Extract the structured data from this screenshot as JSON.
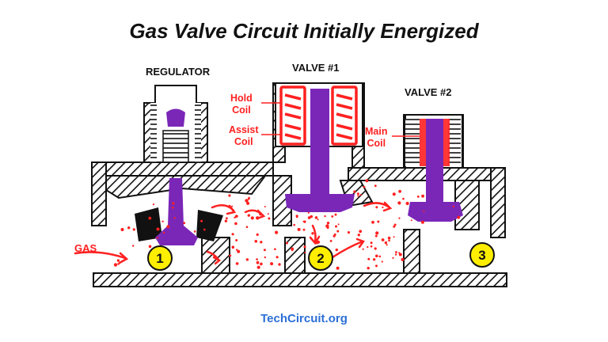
{
  "title": "Gas Valve Circuit Initially Energized",
  "labels": {
    "regulator": "REGULATOR",
    "valve1": "VALVE #1",
    "valve2": "VALVE #2",
    "hold_coil": "Hold\nCoil",
    "assist_coil": "Assist\nCoil",
    "main_coil": "Main\nCoil",
    "gas": "GAS"
  },
  "markers": [
    "1",
    "2",
    "3"
  ],
  "footer": "TechCircuit.org",
  "colors": {
    "plunger": "#7a27b8",
    "coil": "#ff2020",
    "gas_flow": "#ff2020",
    "marker_fill": "#ffee00",
    "footer_text": "#2b6fd6"
  }
}
